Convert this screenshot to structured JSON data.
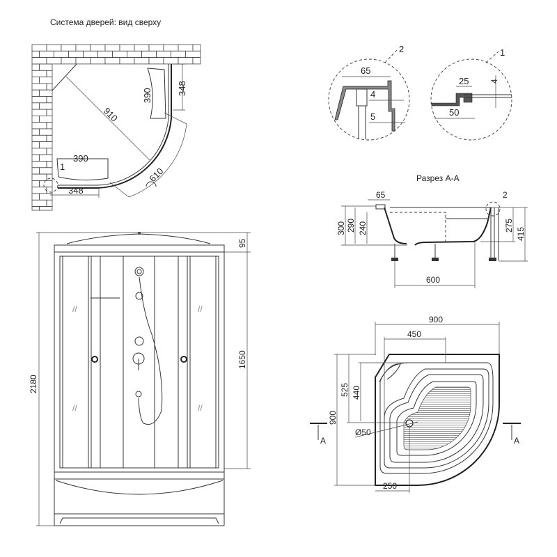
{
  "top_view": {
    "title": "Система дверей: вид сверху",
    "dims": {
      "diagonal": "910",
      "door_arc": "610",
      "panel_top_width": "390",
      "panel_top_depth": "348",
      "panel_left_width": "390",
      "panel_left_depth": "348",
      "callout": "1"
    }
  },
  "detail_2": {
    "callout": "2",
    "width": "65",
    "gap_upper": "4",
    "gap_lower": "5"
  },
  "detail_1": {
    "callout": "1",
    "inner": "25",
    "outer": "50",
    "thickness": "4"
  },
  "section": {
    "title": "Разрез А-А",
    "rim": "65",
    "h300": "300",
    "h290": "290",
    "h240": "240",
    "h275": "275",
    "h415": "415",
    "span": "600",
    "callout": "2"
  },
  "front_view": {
    "total_height": "2180",
    "top_cap": "95",
    "glass_height": "1650"
  },
  "tray_plan": {
    "width": "900",
    "depth": "900",
    "inner_width": "450",
    "depth_525": "525",
    "depth_440": "440",
    "drain": "Ø50",
    "drain_offset": "250",
    "section_mark_left": "A",
    "section_mark_right": "A"
  }
}
